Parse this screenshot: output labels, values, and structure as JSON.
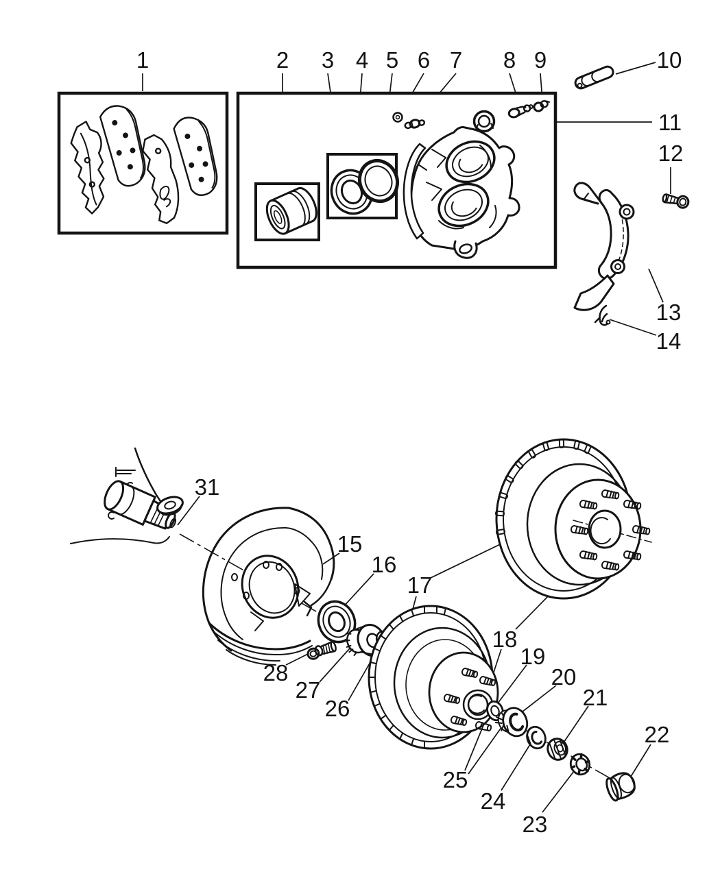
{
  "figure": {
    "background_color": "#ffffff",
    "line_color": "#141414",
    "style": "exploded parts line-art diagram, numbered callouts"
  },
  "callouts": [
    {
      "label": "1"
    },
    {
      "label": "2"
    },
    {
      "label": "3"
    },
    {
      "label": "4"
    },
    {
      "label": "5"
    },
    {
      "label": "6"
    },
    {
      "label": "7"
    },
    {
      "label": "8"
    },
    {
      "label": "9"
    },
    {
      "label": "10"
    },
    {
      "label": "11"
    },
    {
      "label": "12"
    },
    {
      "label": "13"
    },
    {
      "label": "14"
    },
    {
      "label": "15"
    },
    {
      "label": "16"
    },
    {
      "label": "17"
    },
    {
      "label": "18"
    },
    {
      "label": "19"
    },
    {
      "label": "20"
    },
    {
      "label": "21"
    },
    {
      "label": "22"
    },
    {
      "label": "23"
    },
    {
      "label": "24"
    },
    {
      "label": "25"
    },
    {
      "label": "26"
    },
    {
      "label": "27"
    },
    {
      "label": "28"
    },
    {
      "label": "31"
    }
  ]
}
